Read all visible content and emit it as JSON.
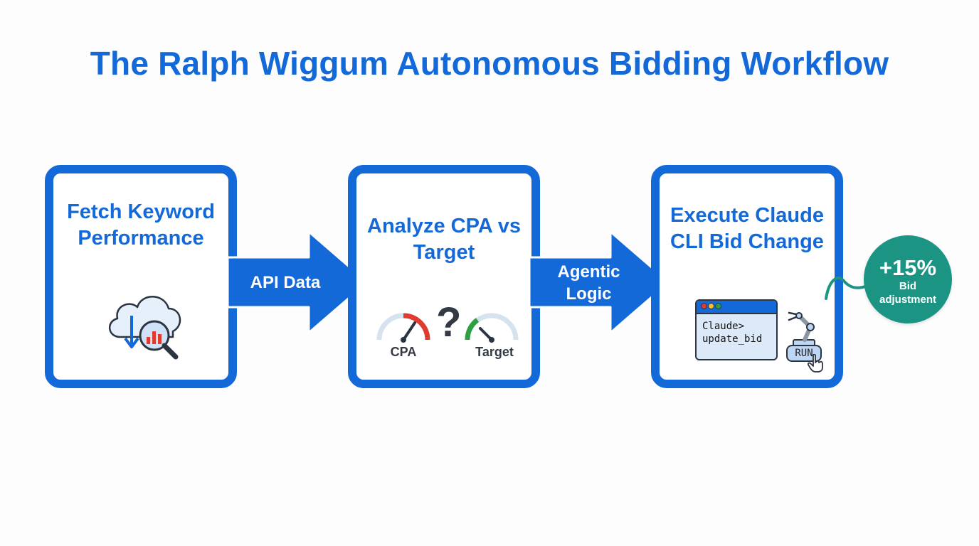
{
  "title": "The Ralph Wiggum Autonomous Bidding Workflow",
  "steps": [
    {
      "label": "Fetch Keyword Performance",
      "icon": "cloud-download-chart-magnifier-icon"
    },
    {
      "label": "Analyze CPA vs Target",
      "gauges": [
        {
          "label": "CPA",
          "level": "high",
          "color": "#e03b2f"
        },
        {
          "label": "Target",
          "level": "low",
          "color": "#2ea043"
        }
      ],
      "symbol": "?"
    },
    {
      "label": "Execute Claude CLI Bid Change",
      "terminal": {
        "line1": "Claude>",
        "line2": "update_bid"
      },
      "button": "RUN",
      "icon": "robot-arm-icon"
    }
  ],
  "arrows": [
    {
      "label": "API Data"
    },
    {
      "label": "Agentic Logic"
    }
  ],
  "badge": {
    "value": "+15%",
    "caption": "Bid adjustment",
    "color": "#1c9484"
  },
  "colors": {
    "accent": "#1469d9",
    "text_dark": "#333a44"
  }
}
